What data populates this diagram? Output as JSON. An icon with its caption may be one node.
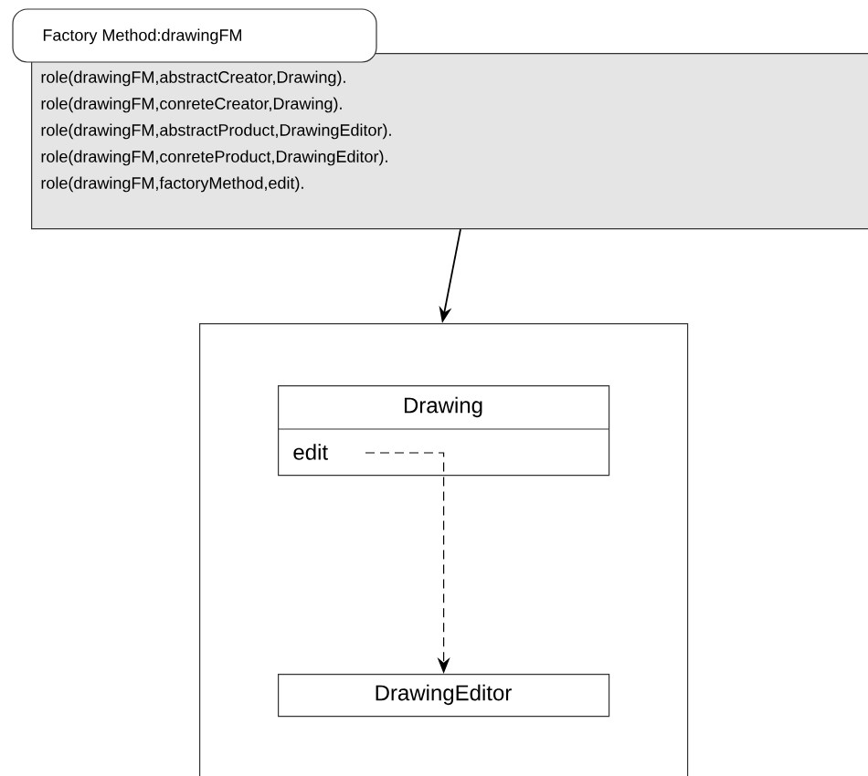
{
  "diagram": {
    "nodes": [
      {
        "text": [
          "Factory Method:drawingFM",
          "role(drawingFM,abstractCreator,Drawing).",
          "role(drawingFM,conreteCreator,Drawing).",
          "role(drawingFM,abstractProduct,DrawingEditor).",
          "role(drawingFM,conreteProduct,DrawingEditor).",
          "role(drawingFM,factoryMethod,edit)."
        ]
      },
      {
        "text": [],
        "shape": "box"
      },
      {
        "text": [
          "Drawing",
          "edit"
        ],
        "in": 1
      },
      {
        "text": [
          "DrawingEditor"
        ],
        "in": 1
      }
    ],
    "edges": [
      {
        "from": 0,
        "to": 1,
        "arrow": "to"
      },
      {
        "from": 2,
        "to": 3,
        "arrow": "to",
        "style": "dashed"
      }
    ]
  }
}
